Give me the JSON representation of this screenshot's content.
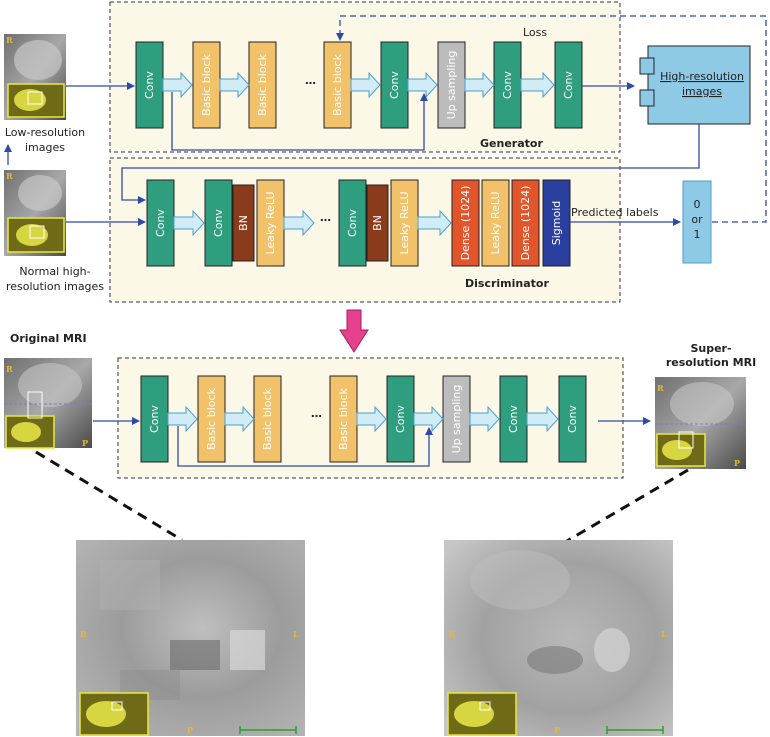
{
  "generator": {
    "title": "Generator",
    "blocks": [
      "Conv",
      "Basic block",
      "Basic block",
      "Basic block",
      "Conv",
      "Up sampling",
      "Conv",
      "Conv"
    ],
    "ellipsis": "…",
    "loss_label": "Loss"
  },
  "hr_output": {
    "line1": "High-resolution",
    "line2": "images"
  },
  "low_res": {
    "line1": "Low-resolution",
    "line2": "images"
  },
  "normal_hr": {
    "line1": "Normal high-",
    "line2": "resolution images"
  },
  "discriminator": {
    "title": "Discriminator",
    "blocks": [
      "Conv",
      "Conv",
      "BN",
      "Leaky ReLU",
      "Conv",
      "BN",
      "Leaky ReLU",
      "Dense (1024)",
      "Leaky ReLU",
      "Dense (1024)",
      "Sigmoid"
    ],
    "ellipsis": "…",
    "predicted_label": "Predicted labels"
  },
  "output_label": {
    "line1": "0",
    "line2": "or",
    "line3": "1"
  },
  "inference": {
    "blocks": [
      "Conv",
      "Basic block",
      "Basic block",
      "Basic block",
      "Conv",
      "Up sampling",
      "Conv",
      "Conv"
    ],
    "ellipsis": "…"
  },
  "original_mri": {
    "label": "Original MRI"
  },
  "sr_mri": {
    "line1": "Super-",
    "line2": "resolution MRI"
  },
  "orientation": {
    "r": "R",
    "l": "L",
    "p": "P"
  },
  "colors": {
    "conv": "#2e9e7e",
    "basic": "#f2c26b",
    "upsample": "#bcbcbc",
    "bn": "#8a3b1c",
    "dense": "#e2542a",
    "sigmoid": "#2b3f9e",
    "panel": "#fcf8e8",
    "hr_box": "#8ec9e6",
    "arrow_fill": "#d2ecf7",
    "line": "#2e4aa8"
  }
}
